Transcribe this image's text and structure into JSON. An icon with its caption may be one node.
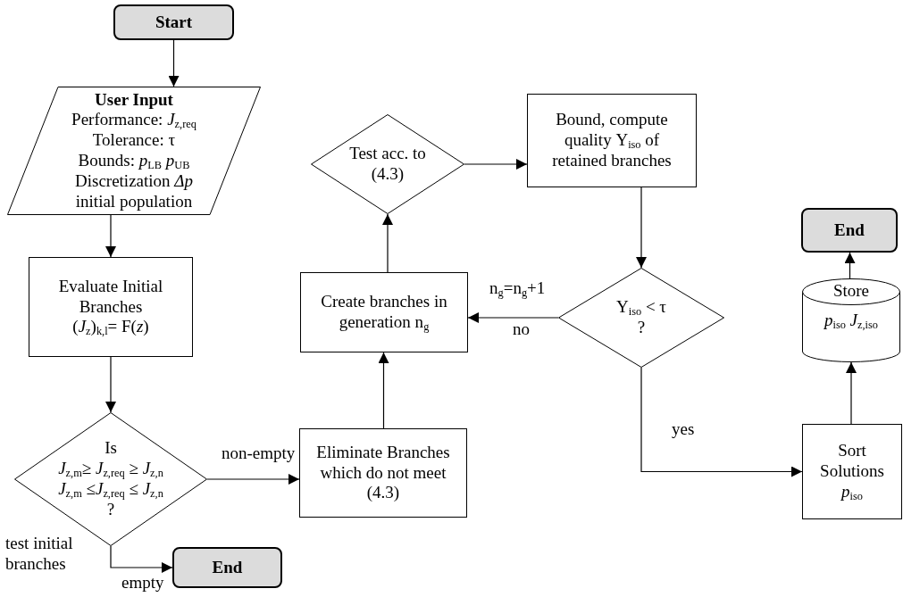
{
  "diagram": {
    "nodes": [
      {
        "text": [
          "Start"
        ]
      },
      {
        "text": [
          "User Input",
          "Performance: *J*$_{z,req}$",
          "Tolerance: τ",
          "Bounds: *p*$_{LB}$ *p*$_{UB}$",
          "Discretization *Δp*",
          "initial population"
        ]
      },
      {
        "text": [
          "Evaluate Initial Branches",
          "(*J*$_{z}$)$_{k,l}$= F(*z*)"
        ]
      },
      {
        "text": [
          "Is",
          "*J*$_{z,m}$≥ *J*$_{z,req}$ ≥ *J*$_{z,n}$",
          "*J*$_{z,m}$ ≤*J*$_{z,req}$ ≤ *J*$_{z,n}$",
          "?"
        ]
      },
      {
        "text": [
          "End"
        ]
      },
      {
        "text": [
          "Eliminate Branches which do not meet (4.3)"
        ]
      },
      {
        "text": [
          "Create branches in generation n$_{g}$"
        ]
      },
      {
        "text": [
          "Test acc. to (4.3)"
        ]
      },
      {
        "text": [
          "Bound, compute quality Υ$_{iso}$ of retained branches"
        ]
      },
      {
        "text": [
          "Υ$_{iso}$ < τ",
          "?"
        ]
      },
      {
        "text": [
          "Sort Solutions",
          "*p*$_{iso}$"
        ]
      },
      {
        "text": [
          "Store",
          "*p*$_{iso}$  *J*$_{z,iso}$"
        ]
      },
      {
        "text": [
          "End"
        ]
      }
    ],
    "edges": [
      {
        "from": 0,
        "to": 1,
        "arrow": "to"
      },
      {
        "from": 1,
        "to": 2,
        "arrow": "to"
      },
      {
        "from": 2,
        "to": 3,
        "arrow": "to"
      },
      {
        "from": 3,
        "to": 5,
        "arrow": "to",
        "label": "non-empty"
      },
      {
        "from": 3,
        "to": 4,
        "arrow": "to",
        "label": "empty"
      },
      {
        "from": 5,
        "to": 6,
        "arrow": "to"
      },
      {
        "from": 6,
        "to": 7,
        "arrow": "to"
      },
      {
        "from": 7,
        "to": 8,
        "arrow": "to"
      },
      {
        "from": 8,
        "to": 9,
        "arrow": "to"
      },
      {
        "from": 9,
        "to": 6,
        "arrow": "to",
        "label": "n$_{g}$=n$_{g}$+1"
      },
      {
        "from": 9,
        "to": 10,
        "arrow": "to",
        "label": "yes"
      },
      {
        "from": 10,
        "to": 11,
        "arrow": "to"
      },
      {
        "from": 11,
        "to": 12,
        "arrow": "to"
      }
    ],
    "labels": [
      "test initial branches",
      "no"
    ]
  }
}
